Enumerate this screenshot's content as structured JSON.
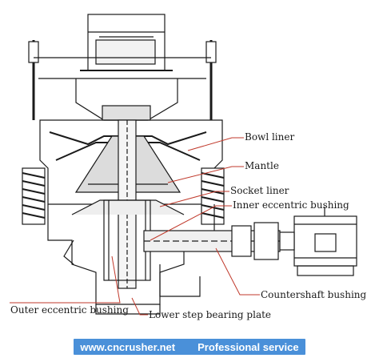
{
  "labels": {
    "bowl_liner": "Bowl liner",
    "mantle": "Mantle",
    "socket_liner": "Socket liner",
    "inner_eccentric_bushing": "Inner eccentric bushing",
    "countershaft_bushing": "Countershaft bushing",
    "outer_eccentric_bushing": "Outer eccentric bushing",
    "lower_step_bearing_plate": "Lower step bearing plate"
  },
  "footer": {
    "website": "www.cncrusher.net",
    "tagline": "Professional service"
  },
  "colors": {
    "leader_line": "#c0392b",
    "footer_bg": "#4a90d9",
    "drawing": "#1a1a1a"
  }
}
